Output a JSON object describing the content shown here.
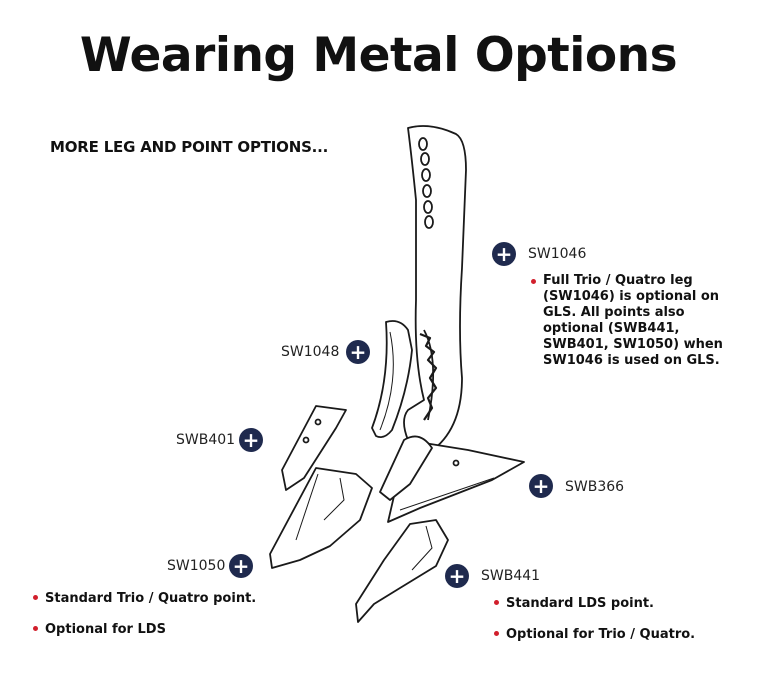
{
  "title": "Wearing Metal Options",
  "subtitle": "MORE LEG AND POINT OPTIONS...",
  "accent_color": "#1f2a4e",
  "bullet_color": "#d11f2c",
  "parts": {
    "sw1046": {
      "code": "SW1046",
      "note": "Full Trio / Quatro leg (SW1046) is optional on GLS. All points also optional (SWB441, SWB401, SW1050) when SW1046 is used on GLS."
    },
    "sw1048": {
      "code": "SW1048"
    },
    "swb401": {
      "code": "SWB401"
    },
    "swb366": {
      "code": "SWB366"
    },
    "sw1050": {
      "code": "SW1050",
      "bullets": [
        "Standard Trio / Quatro point.",
        "Optional for LDS"
      ]
    },
    "swb441": {
      "code": "SWB441",
      "bullets": [
        "Standard LDS point.",
        "Optional for Trio / Quatro."
      ]
    }
  }
}
